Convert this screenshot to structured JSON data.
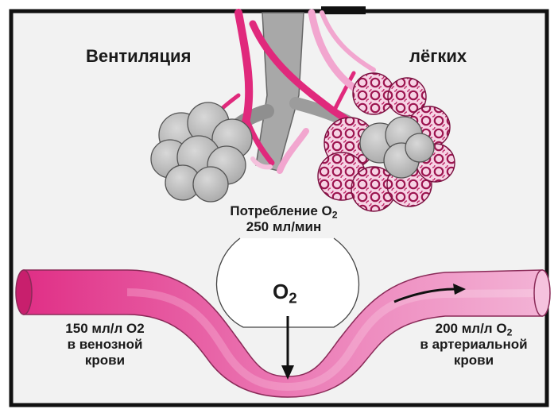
{
  "colors": {
    "background": "#f2f2f2",
    "frame": "#111111",
    "vessel_dark": "#e02f86",
    "vessel_light": "#f1a3cd",
    "alveoli_gray": "#bdbdbd",
    "airway_gray": "#a8a8a8",
    "artery_magenta": "#e0297c",
    "vein_pink": "#f2a6cf",
    "capillary_crimson": "#9d1550"
  },
  "title": {
    "left": "Вентиляция",
    "right": "лёгких"
  },
  "consumption": {
    "line1_prefix": "Потребление O",
    "line1_sub": "2",
    "line2": "250 мл/мин"
  },
  "diffusion": {
    "symbol": "O",
    "sub": "2"
  },
  "venous": {
    "line1": "150 мл/л O2",
    "line2": "в венозной",
    "line3": "крови"
  },
  "arterial": {
    "line1_prefix": "200 мл/л O",
    "line1_sub": "2",
    "line2": "в артериальной",
    "line3": "крови"
  },
  "icons": {
    "flow_arrow": "blood-flow-arrow",
    "diffusion_arrow": "oxygen-diffusion-arrow"
  }
}
